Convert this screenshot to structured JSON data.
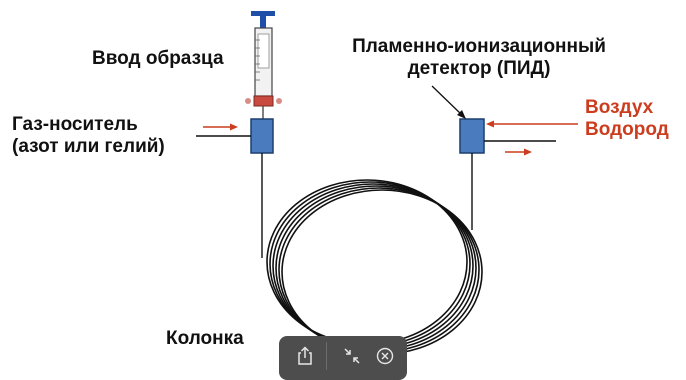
{
  "labels": {
    "sample_inlet": "Ввод образца",
    "carrier_gas_line1": "Газ-носитель",
    "carrier_gas_line2": "(азот или гелий)",
    "detector_line1": "Пламенно-ионизационный",
    "detector_line2": "детектор (ПИД)",
    "gas_air": "Воздух",
    "gas_hydrogen": "Водород",
    "column": "Колонка"
  },
  "colors": {
    "accent_red": "#cc3d1f",
    "box_blue": "#4a7bbf",
    "box_border": "#1c3f6e",
    "plunger_blue": "#1f4fa8",
    "line": "#111111",
    "toolbar_bg": "#4d4d4d",
    "toolbar_icon": "#e6e6e6"
  },
  "toolbar": {
    "share_icon": "share-icon",
    "shrink_icon": "shrink-arrows-icon",
    "close_icon": "close-circle-icon"
  }
}
